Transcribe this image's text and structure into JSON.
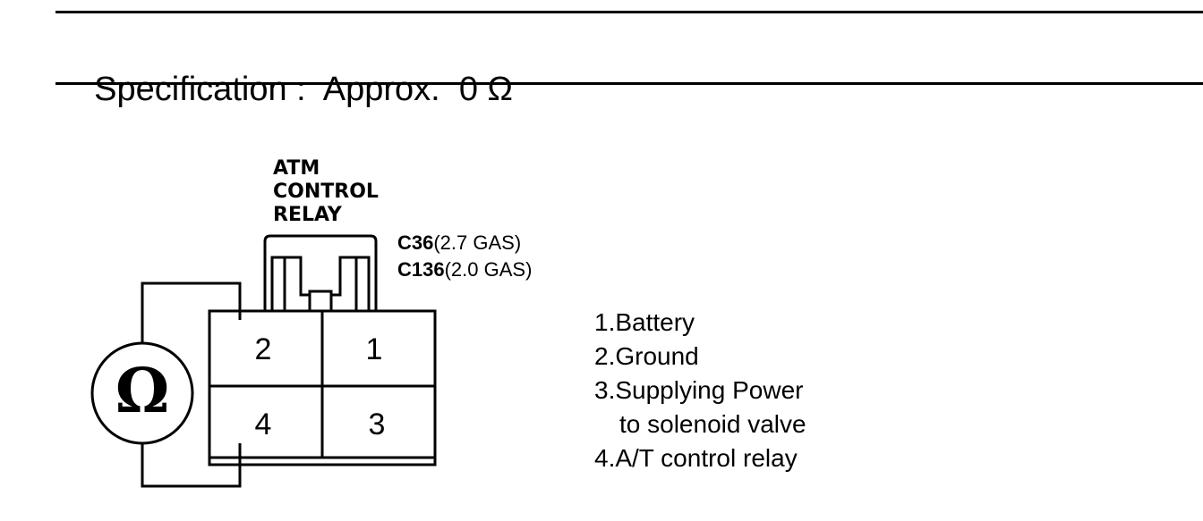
{
  "specification": {
    "label": "Specification",
    "separator": ":",
    "value_prefix": "Approx.",
    "value": "0",
    "unit": "Ω"
  },
  "relay": {
    "title_lines": [
      "ATM",
      "CONTROL",
      "RELAY"
    ]
  },
  "connector_codes": [
    {
      "code": "C36",
      "note": "(2.7 GAS)"
    },
    {
      "code": "C136",
      "note": "(2.0 GAS)"
    }
  ],
  "terminals": {
    "top_left": "2",
    "top_right": "1",
    "bottom_left": "4",
    "bottom_right": "3"
  },
  "meter": {
    "symbol": "Ω"
  },
  "legend": [
    "1.Battery",
    "2.Ground",
    "3.Supplying Power",
    "to solenoid valve",
    "4.A/T control relay"
  ]
}
